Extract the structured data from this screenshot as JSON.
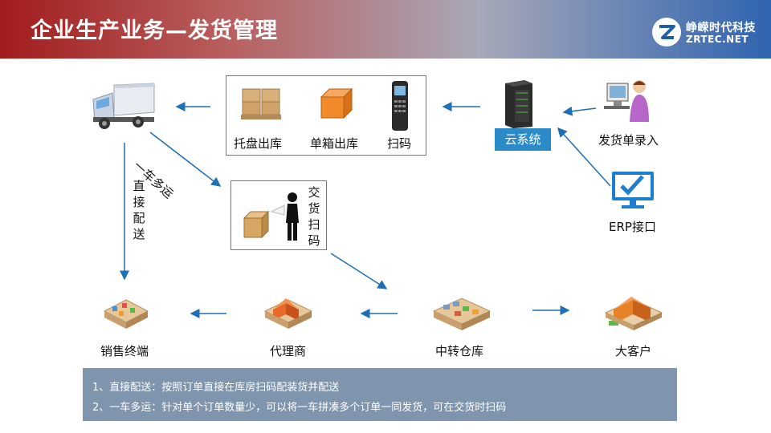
{
  "header": {
    "title": "企业生产业务—发货管理",
    "logo_cn": "峥嵘时代科技",
    "logo_en": "ZRTEC.NET"
  },
  "nodes": {
    "pallet_out": "托盘出库",
    "single_box_out": "单箱出库",
    "scan": "扫码",
    "cloud_system": "云系统",
    "shipping_entry": "发货单录入",
    "erp_interface": "ERP接口",
    "handover_scan": "交货扫码",
    "sales_terminal": "销售终端",
    "agent": "代理商",
    "transfer_warehouse": "中转仓库",
    "key_account": "大客户"
  },
  "edges": {
    "direct_delivery": "直接配送",
    "multi_drop": "一车多运"
  },
  "notes": [
    "1、直接配送：按照订单直接在库房扫码配装货并配送",
    "2、一车多运：针对单个订单数量少，可以将一车拼凑多个订单一同发货，可在交货时扫码"
  ],
  "colors": {
    "arrow": "#1e6fb5",
    "cloud_label_bg": "#2b8bc8",
    "notes_bg": "#7f95ad",
    "header_left": "#a11c1c",
    "header_right": "#2f64b0"
  }
}
